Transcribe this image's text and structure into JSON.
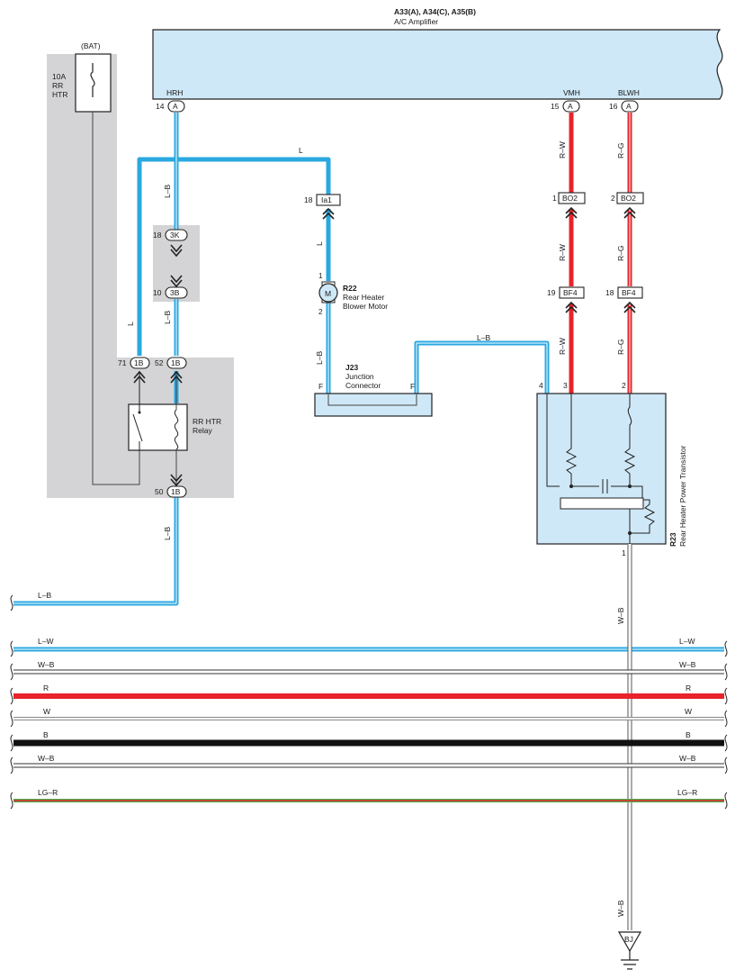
{
  "colors": {
    "blue": "#2aa8e0",
    "red": "#e8232a",
    "black": "#111111",
    "gray_zone": "#d4d4d6",
    "component_fill": "#cfe8f7",
    "green": "#4caf50"
  },
  "amplifier": {
    "refs": "A33(A), A34(C), A35(B)",
    "name": "A/C Amplifier",
    "pins": [
      {
        "label": "HRH",
        "num": "14",
        "conn": "A"
      },
      {
        "label": "VMH",
        "num": "15",
        "conn": "A"
      },
      {
        "label": "BLWH",
        "num": "16",
        "conn": "A"
      }
    ]
  },
  "fuse": {
    "source": "(BAT)",
    "rating": "10A",
    "line1": "RR",
    "line2": "HTR"
  },
  "connectors": [
    {
      "num": "18",
      "id": "3K"
    },
    {
      "num": "10",
      "id": "3B"
    },
    {
      "num": "71",
      "id": "1B"
    },
    {
      "num": "52",
      "id": "1B"
    },
    {
      "num": "50",
      "id": "1B"
    },
    {
      "num": "18",
      "id": "Ia1"
    },
    {
      "num": "1",
      "id": "BO2"
    },
    {
      "num": "2",
      "id": "BO2"
    },
    {
      "num": "19",
      "id": "BF4"
    },
    {
      "num": "18",
      "id": "BF4"
    }
  ],
  "relay": {
    "line1": "RR HTR",
    "line2": "Relay"
  },
  "motor": {
    "ref": "R22",
    "line1": "Rear Heater",
    "line2": "Blower Motor",
    "symbol": "M",
    "pin_top": "1",
    "pin_bottom": "2"
  },
  "junction": {
    "ref": "J23",
    "line1": "Junction",
    "line2": "Connector",
    "pin_left": "F",
    "pin_right": "F"
  },
  "transistor": {
    "ref": "R23",
    "name": "Rear Heater Power Transistor",
    "pins": [
      "4",
      "3",
      "2",
      "1"
    ]
  },
  "wire_labels": {
    "hrh": "L–B",
    "bridge": "L",
    "motor_upper": "L",
    "motor_lower": "L–B",
    "jc_bridge": "L–B",
    "vmh": "R–W",
    "blwh": "R–G",
    "relay_left": "L",
    "lower_lb": "L–B",
    "ground": "W–B",
    "ground_lower": "W–B"
  },
  "ground_point": "BJ",
  "bus_lines": [
    {
      "label": "L–B"
    },
    {
      "label": "L–W"
    },
    {
      "label": "W–B"
    },
    {
      "label": "R"
    },
    {
      "label": "W"
    },
    {
      "label": "B"
    },
    {
      "label": "W–B"
    },
    {
      "label": "LG–R"
    }
  ]
}
